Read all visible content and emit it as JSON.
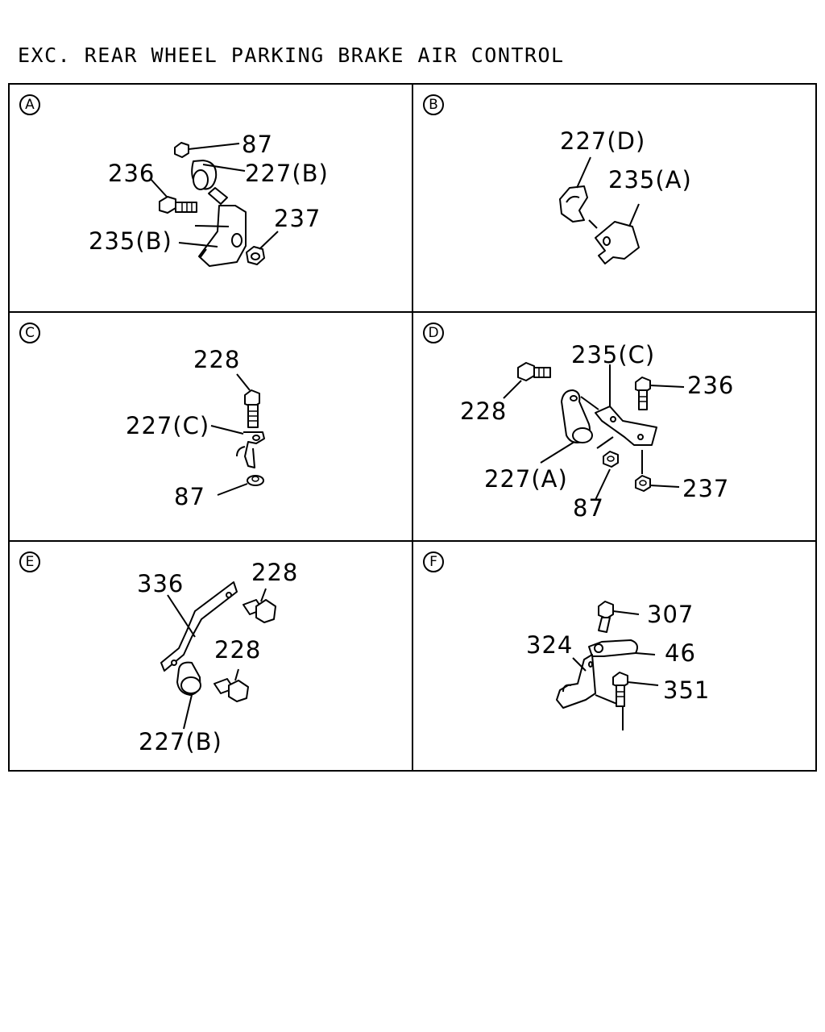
{
  "title": "EXC. REAR WHEEL PARKING BRAKE AIR CONTROL",
  "panels": [
    {
      "badge": "A",
      "labels": [
        "87",
        "236",
        "227(B)",
        "237",
        "235(B)"
      ]
    },
    {
      "badge": "B",
      "labels": [
        "227(D)",
        "235(A)"
      ]
    },
    {
      "badge": "C",
      "labels": [
        "228",
        "227(C)",
        "87"
      ]
    },
    {
      "badge": "D",
      "labels": [
        "235(C)",
        "236",
        "228",
        "227(A)",
        "237",
        "87"
      ]
    },
    {
      "badge": "E",
      "labels": [
        "336",
        "228",
        "228",
        "227(B)"
      ]
    },
    {
      "badge": "F",
      "labels": [
        "307",
        "324",
        "46",
        "351"
      ]
    }
  ]
}
